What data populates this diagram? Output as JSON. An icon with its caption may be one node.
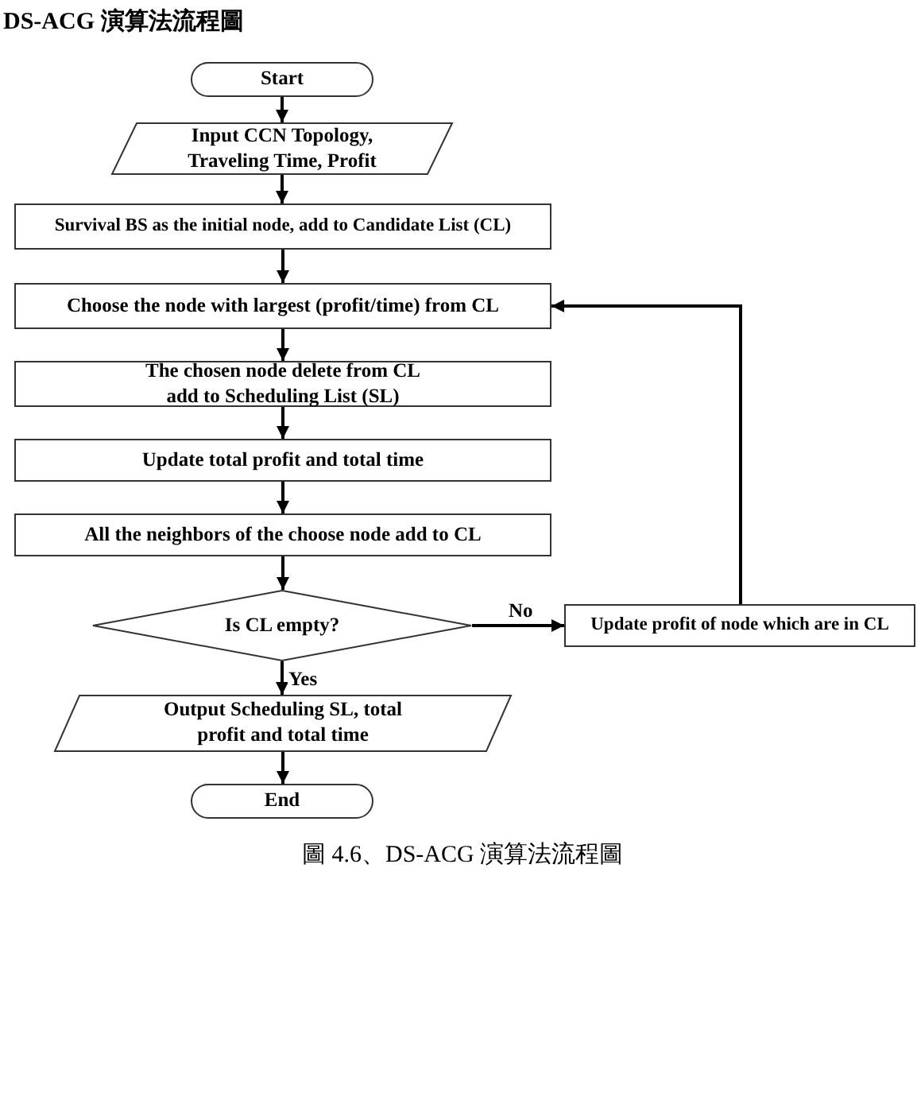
{
  "diagram": {
    "title": "DS-ACG 演算法流程圖",
    "caption": "圖 4.6、DS-ACG 演算法流程圖",
    "nodes": [
      {
        "text": [
          "Start"
        ]
      },
      {
        "text": [
          "Input CCN Topology, Traveling Time, Profit"
        ]
      },
      {
        "text": [
          "Survival BS as the initial node, add to Candidate List (CL)"
        ]
      },
      {
        "text": [
          "Choose the node with largest (profit/time) from CL"
        ]
      },
      {
        "text": [
          "The chosen node delete from CL add to Scheduling List (SL)"
        ]
      },
      {
        "text": [
          "Update total profit and total time"
        ]
      },
      {
        "text": [
          "All the neighbors of the choose node add to CL"
        ]
      },
      {
        "text": [
          "Is CL empty?"
        ]
      },
      {
        "text": [
          "Update profit of node which are in CL"
        ]
      },
      {
        "text": [
          "Output Scheduling SL, total profit and total time"
        ]
      },
      {
        "text": [
          "End"
        ]
      }
    ],
    "edges": [
      {
        "from": 0,
        "to": 1,
        "arrow": "to"
      },
      {
        "from": 1,
        "to": 2,
        "arrow": "to"
      },
      {
        "from": 2,
        "to": 3,
        "arrow": "to"
      },
      {
        "from": 3,
        "to": 4,
        "arrow": "to"
      },
      {
        "from": 4,
        "to": 5,
        "arrow": "to"
      },
      {
        "from": 5,
        "to": 6,
        "arrow": "to"
      },
      {
        "from": 6,
        "to": 7,
        "arrow": "to"
      },
      {
        "from": 7,
        "to": 8,
        "arrow": "to",
        "label": "No"
      },
      {
        "from": 7,
        "to": 9,
        "arrow": "to",
        "label": "Yes"
      },
      {
        "from": 8,
        "to": 3,
        "arrow": "to"
      },
      {
        "from": 9,
        "to": 10,
        "arrow": "to"
      }
    ]
  }
}
